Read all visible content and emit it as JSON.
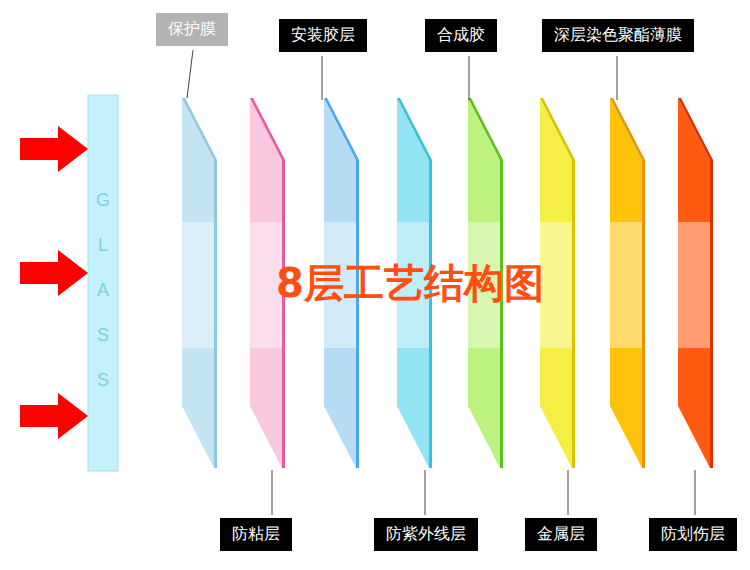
{
  "diagram": {
    "title": "8层工艺结构图",
    "nodes": [
      {
        "text": [
          "GLASS"
        ]
      },
      {
        "text": [
          "保护膜"
        ]
      },
      {
        "text": [
          "安装胶层"
        ]
      },
      {
        "text": [
          "合成胶"
        ]
      },
      {
        "text": [
          "深层染色聚酯薄膜"
        ]
      },
      {
        "text": [
          "防粘层"
        ]
      },
      {
        "text": [
          "防紫外线层"
        ]
      },
      {
        "text": [
          "金属层"
        ]
      },
      {
        "text": [
          "防划伤层"
        ]
      }
    ]
  }
}
